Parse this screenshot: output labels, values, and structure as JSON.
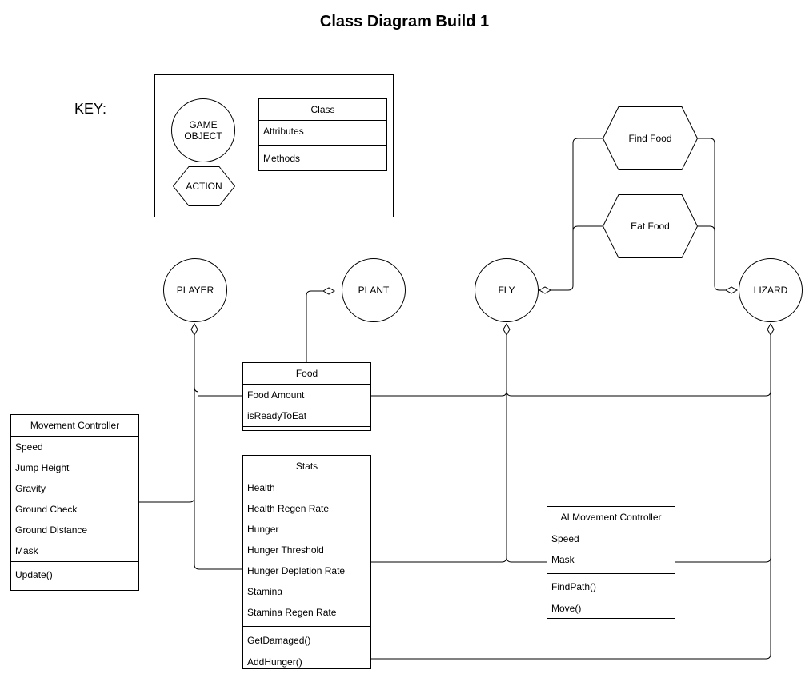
{
  "title": "Class Diagram Build 1",
  "key": {
    "label": "KEY:",
    "game_object": "GAME\nOBJECT",
    "action": "ACTION",
    "class_box": {
      "name": "Class",
      "attributes": "Attributes",
      "methods": "Methods"
    }
  },
  "objects": {
    "player": "PLAYER",
    "plant": "PLANT",
    "fly": "FLY",
    "lizard": "LIZARD"
  },
  "actions": {
    "find_food": "Find Food",
    "eat_food": "Eat Food"
  },
  "classes": {
    "food": {
      "name": "Food",
      "attributes": [
        "Food Amount",
        "isReadyToEat"
      ],
      "methods": []
    },
    "movement_controller": {
      "name": "Movement Controller",
      "attributes": [
        "Speed",
        "Jump Height",
        "Gravity",
        "Ground Check",
        "Ground Distance",
        "Mask"
      ],
      "methods": [
        "Update()"
      ]
    },
    "stats": {
      "name": "Stats",
      "attributes": [
        "Health",
        "Health Regen Rate",
        "Hunger",
        "Hunger Threshold",
        "Hunger Depletion Rate",
        "Stamina",
        "Stamina Regen Rate"
      ],
      "methods": [
        "GetDamaged()",
        "AddHunger()"
      ]
    },
    "ai_movement_controller": {
      "name": "AI Movement Controller",
      "attributes": [
        "Speed",
        "Mask"
      ],
      "methods": [
        "FindPath()",
        "Move()"
      ]
    }
  }
}
